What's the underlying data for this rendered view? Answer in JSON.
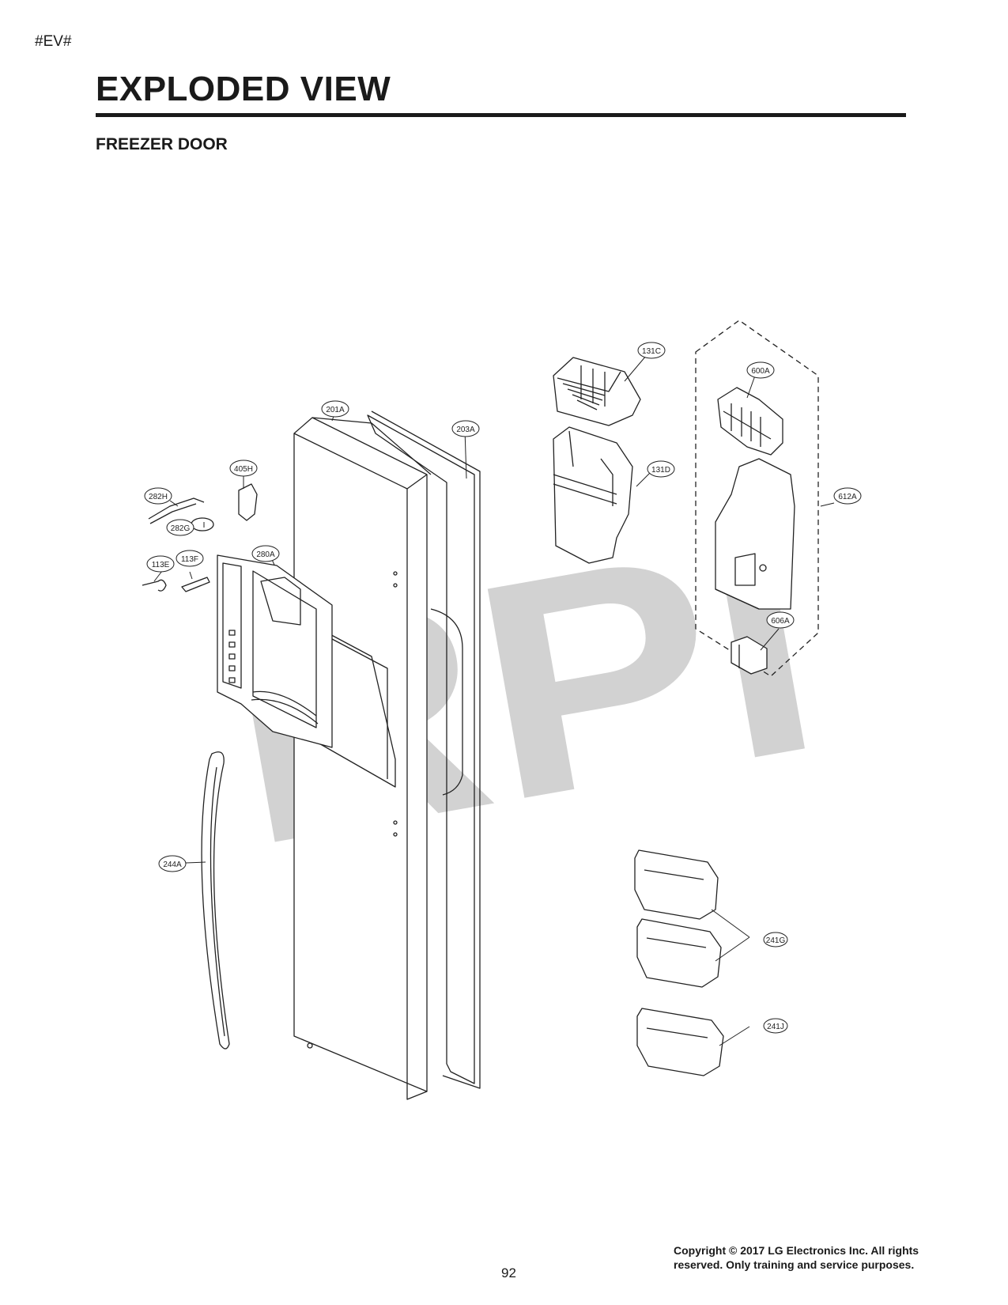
{
  "header": {
    "marker": "#EV#",
    "title": "EXPLODED VIEW",
    "subtitle": "FREEZER DOOR"
  },
  "watermark": "RPI",
  "callouts": {
    "p131C": "131C",
    "p600A": "600A",
    "p201A": "201A",
    "p203A": "203A",
    "p405H": "405H",
    "p131D": "131D",
    "p612A": "612A",
    "p282H": "282H",
    "p282G": "282G",
    "p280A": "280A",
    "p113E": "113E",
    "p113F": "113F",
    "p606A": "606A",
    "p244A": "244A",
    "p241G": "241G",
    "p241J": "241J"
  },
  "footer": {
    "page_number": "92",
    "copyright_line1": "Copyright © 2017 LG Electronics Inc. All rights",
    "copyright_line2": "reserved. Only training and service purposes."
  },
  "colors": {
    "line": "#222222",
    "watermark": "#d2d2d2"
  }
}
